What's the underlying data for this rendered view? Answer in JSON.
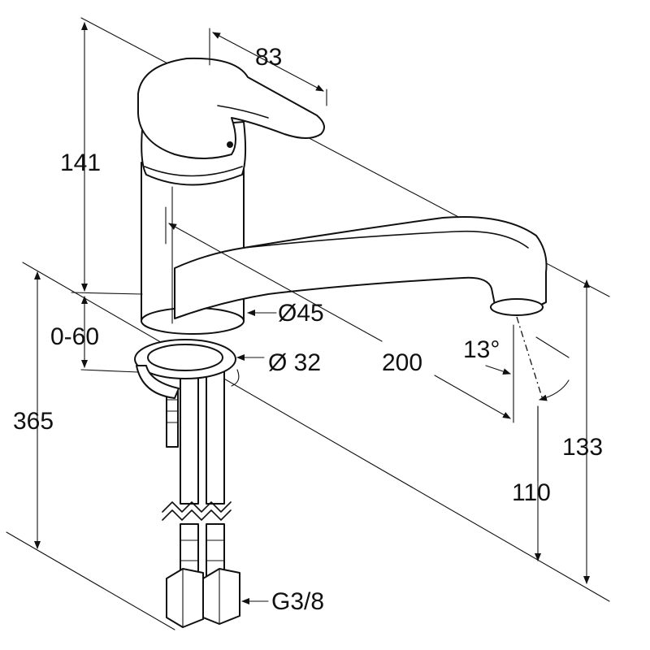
{
  "dimensions": {
    "handle_width": "83",
    "body_height": "141",
    "adjust_range": "0-60",
    "total_height": "365",
    "body_diameter": "Ø45",
    "mount_hole": "Ø 32",
    "spout_reach": "200",
    "swivel_angle": "13°",
    "spout_height": "110",
    "overall_height": "133",
    "hose_thread": "G3/8"
  }
}
